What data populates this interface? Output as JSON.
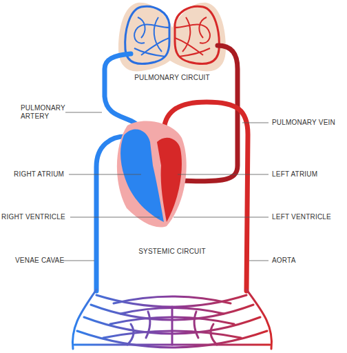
{
  "diagram": {
    "labels": [
      "PULMONARY ARTERY",
      "PULMONARY CIRCUIT",
      "PULMONARY VEIN",
      "RIGHT ATRIUM",
      "LEFT ATRIUM",
      "RIGHT VENTRICLE",
      "LEFT VENTRICLE",
      "SYSTEMIC CIRCUIT",
      "VENAE CAVAE",
      "AORTA"
    ]
  }
}
